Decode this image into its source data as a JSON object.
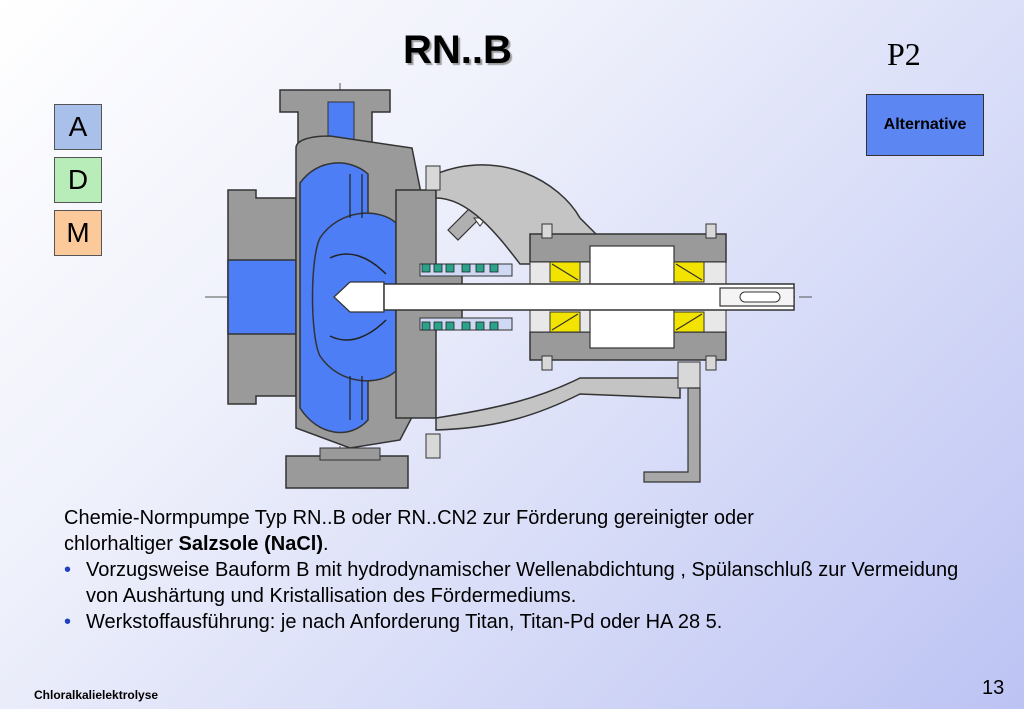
{
  "slide": {
    "title": "RN..B",
    "page_id": "P2",
    "alternative_label": "Alternative",
    "side_buttons": {
      "a": "A",
      "d": "D",
      "m": "M"
    },
    "description": {
      "line1": "Chemie-Normpumpe Typ RN..B oder RN..CN2 zur Förderung gereinigter oder",
      "line2_prefix": "chlorhaltiger ",
      "line2_bold": "Salzsole (NaCl)",
      "line2_suffix": ".",
      "bullet1": "Vorzugsweise Bauform B mit hydrodynamischer Wellenabdichtung , Spülanschluß zur Vermeidung von Aushärtung und Kristallisation des Fördermediums.",
      "bullet2": "Werkstoffausführung: je nach Anforderung Titan, Titan-Pd oder HA 28 5."
    },
    "footer": "Chloralkalielektrolyse",
    "page_number": "13"
  },
  "colors": {
    "fluid": "#4d7ef5",
    "casing": "#9a9a9a",
    "bearing": "#f2e400",
    "seal": "#2aa38a",
    "alternative_bg": "#5c86f2"
  }
}
